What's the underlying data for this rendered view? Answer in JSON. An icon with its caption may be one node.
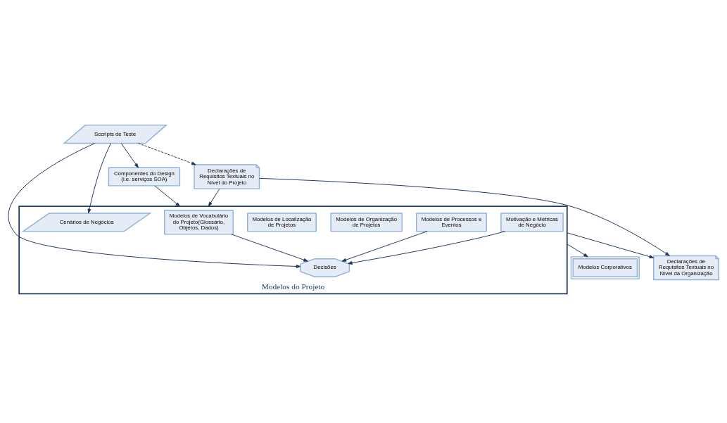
{
  "diagram": {
    "nodes": [
      {
        "text": [
          "Modelos Corporativos"
        ]
      },
      {
        "text": [
          "Declarações de Requisitos Textuais no Nível da Organização"
        ]
      },
      {
        "text": [
          "Modelos do Projeto"
        ]
      },
      {
        "text": [
          "Motivação e Métricas de Negócio"
        ],
        "in": 2
      },
      {
        "text": [
          "Modelos de Processos e Eventos"
        ],
        "in": 2
      },
      {
        "text": [
          "Modelos de Organização de Projetos"
        ],
        "in": 2
      },
      {
        "text": [
          "Modelos de Localização de Projetos"
        ],
        "in": 2
      },
      {
        "text": [
          "Cenários de Negócios"
        ],
        "in": 2
      },
      {
        "text": [
          "Decisões"
        ],
        "in": 2
      },
      {
        "text": [
          "Modelos de Vocabulário do Projeto(Glossário, Objetos, Dados)"
        ],
        "in": 2
      },
      {
        "text": [
          "Declarações de Requisitos Textuais no Nível do Projeto"
        ]
      },
      {
        "text": [
          "Sccripts de Teste"
        ]
      },
      {
        "text": [
          "Componentes do Design (i.e. serviços SOA)"
        ]
      }
    ],
    "edges": [
      {
        "from": 2,
        "to": 0,
        "arrow": "to"
      },
      {
        "from": 2,
        "to": 1,
        "arrow": "to"
      },
      {
        "from": 10,
        "to": 1,
        "arrow": "to"
      },
      {
        "from": 10,
        "to": 2,
        "arrow": "to"
      },
      {
        "from": 3,
        "to": 8,
        "arrow": "to"
      },
      {
        "from": 4,
        "to": 8,
        "arrow": "to"
      },
      {
        "from": 9,
        "to": 8,
        "arrow": "to"
      },
      {
        "from": 11,
        "to": 7,
        "arrow": "to"
      },
      {
        "from": 11,
        "to": 8,
        "arrow": "to"
      },
      {
        "from": 11,
        "to": 12,
        "arrow": "to"
      },
      {
        "from": 12,
        "to": 2,
        "arrow": "to"
      },
      {
        "from": 11,
        "to": 10,
        "arrow": "to",
        "style": "dashed"
      }
    ]
  }
}
